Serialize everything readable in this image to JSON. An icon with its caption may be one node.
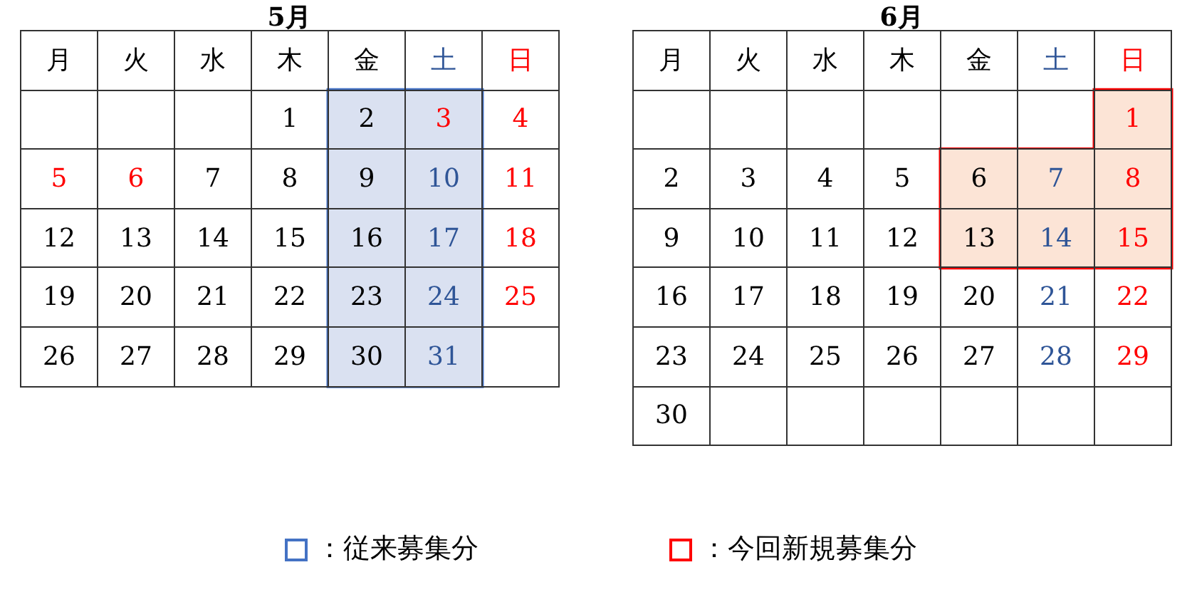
{
  "diagram": {
    "labels": [
      "5月",
      "月",
      "火",
      "水",
      "木",
      "金",
      "土",
      "日",
      "1",
      "2",
      "3",
      "4",
      "5",
      "6",
      "7",
      "8",
      "9",
      "10",
      "11",
      "12",
      "13",
      "14",
      "15",
      "16",
      "17",
      "18",
      "19",
      "20",
      "21",
      "22",
      "23",
      "24",
      "25",
      "26",
      "27",
      "28",
      "29",
      "30",
      "31",
      "6月",
      "月",
      "火",
      "水",
      "木",
      "金",
      "土",
      "日",
      "1",
      "2",
      "3",
      "4",
      "5",
      "6",
      "7",
      "8",
      "9",
      "10",
      "11",
      "12",
      "13",
      "14",
      "15",
      "16",
      "17",
      "18",
      "19",
      "20",
      "21",
      "22",
      "23",
      "24",
      "25",
      "26",
      "27",
      "28",
      "29",
      "30"
    ],
    "legend": [
      {
        "text": "：従来募集分",
        "color": "#4472c4"
      },
      {
        "text": "：今回新規募集分",
        "color": "#ff0000"
      }
    ]
  }
}
